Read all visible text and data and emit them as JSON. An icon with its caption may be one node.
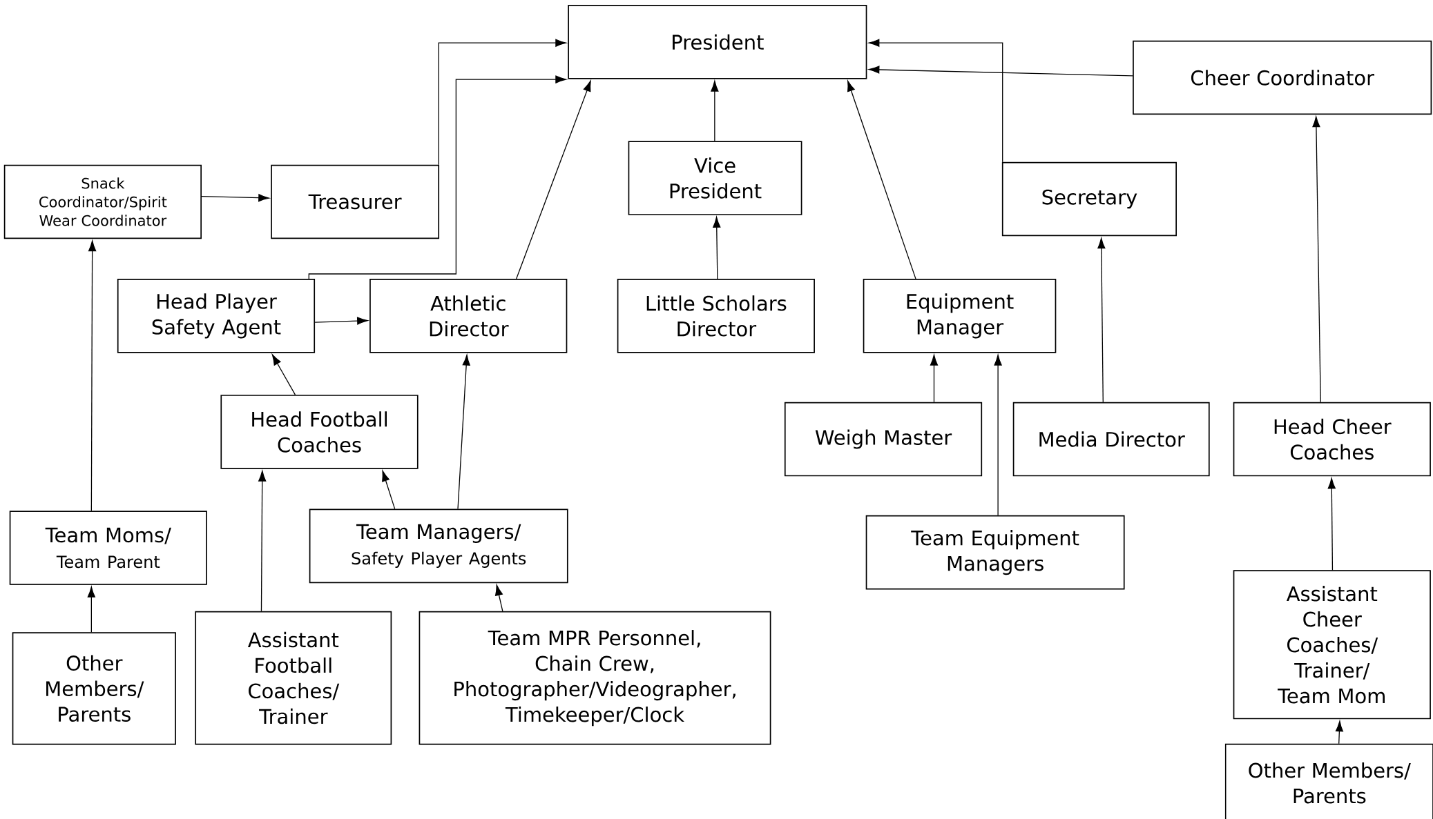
{
  "diagram": {
    "nodes": [
      {
        "text": [
          "President"
        ]
      },
      {
        "text": [
          "Cheer Coordinator"
        ]
      },
      {
        "text": [
          "Snack Coordinator/Spirit Wear Coordinator"
        ]
      },
      {
        "text": [
          "Treasurer"
        ]
      },
      {
        "text": [
          "Vice President"
        ]
      },
      {
        "text": [
          "Secretary"
        ]
      },
      {
        "text": [
          "Head Player Safety Agent"
        ]
      },
      {
        "text": [
          "Athletic Director"
        ]
      },
      {
        "text": [
          "Little Scholars Director"
        ]
      },
      {
        "text": [
          "Equipment Manager"
        ]
      },
      {
        "text": [
          "Head Football Coaches"
        ]
      },
      {
        "text": [
          "Weigh Master"
        ]
      },
      {
        "text": [
          "Media Director"
        ]
      },
      {
        "text": [
          "Head Cheer Coaches"
        ]
      },
      {
        "text": [
          "Team Moms/",
          "Team Parent"
        ]
      },
      {
        "text": [
          "Team Managers/",
          "Safety Player Agents"
        ]
      },
      {
        "text": [
          "Team Equipment Managers"
        ]
      },
      {
        "text": [
          "Other Members/ Parents"
        ]
      },
      {
        "text": [
          "Assistant Football Coaches/ Trainer"
        ]
      },
      {
        "text": [
          "Team MPR Personnel, Chain Crew, Photographer/Videographer, Timekeeper/Clock"
        ]
      },
      {
        "text": [
          "Assistant Cheer Coaches/ Trainer/ Team Mom"
        ]
      },
      {
        "text": [
          "Other Members/ Parents"
        ]
      }
    ],
    "edges": [
      {
        "from": 3,
        "to": 0,
        "arrow": "to"
      },
      {
        "from": 6,
        "to": 0,
        "arrow": "to"
      },
      {
        "from": 7,
        "to": 0,
        "arrow": "to"
      },
      {
        "from": 4,
        "to": 0,
        "arrow": "to"
      },
      {
        "from": 8,
        "to": 4,
        "arrow": "to"
      },
      {
        "from": 9,
        "to": 0,
        "arrow": "to"
      },
      {
        "from": 5,
        "to": 0,
        "arrow": "to"
      },
      {
        "from": 1,
        "to": 0,
        "arrow": "to"
      },
      {
        "from": 2,
        "to": 3,
        "arrow": "to"
      },
      {
        "from": 6,
        "to": 7,
        "arrow": "to"
      },
      {
        "from": 10,
        "to": 6,
        "arrow": "to"
      },
      {
        "from": 15,
        "to": 10,
        "arrow": "to"
      },
      {
        "from": 15,
        "to": 7,
        "arrow": "to"
      },
      {
        "from": 18,
        "to": 10,
        "arrow": "to"
      },
      {
        "from": 19,
        "to": 15,
        "arrow": "to"
      },
      {
        "from": 14,
        "to": 2,
        "arrow": "to"
      },
      {
        "from": 17,
        "to": 14,
        "arrow": "to"
      },
      {
        "from": 11,
        "to": 9,
        "arrow": "to"
      },
      {
        "from": 16,
        "to": 9,
        "arrow": "to"
      },
      {
        "from": 12,
        "to": 5,
        "arrow": "to"
      },
      {
        "from": 13,
        "to": 1,
        "arrow": "to"
      },
      {
        "from": 20,
        "to": 13,
        "arrow": "to"
      },
      {
        "from": 21,
        "to": 20,
        "arrow": "to"
      }
    ]
  }
}
